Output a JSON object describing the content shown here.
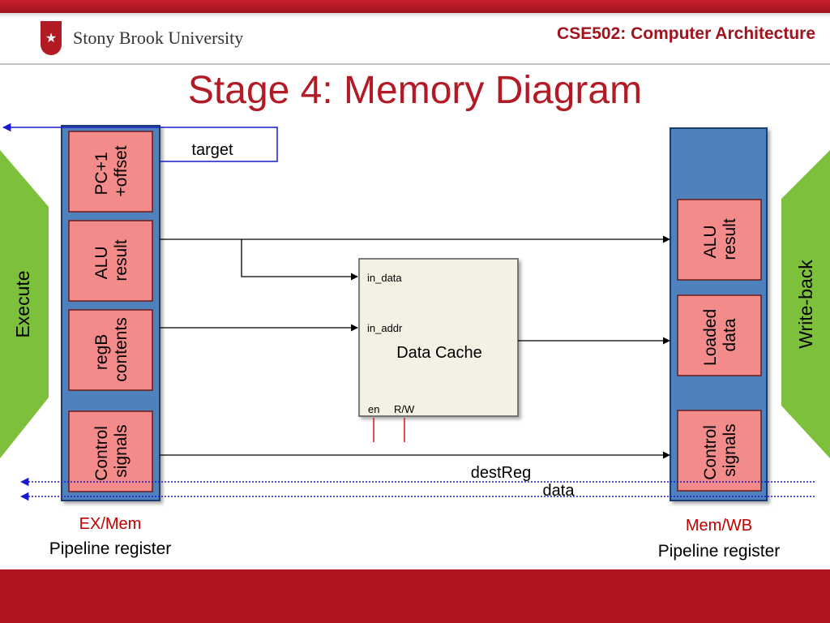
{
  "header": {
    "logo_text": "Stony Brook University",
    "logo_icon": "star-shield-icon",
    "course": "CSE502: Computer Architecture"
  },
  "slide": {
    "title": "Stage 4: Memory Diagram"
  },
  "side_stages": {
    "left": "Execute",
    "right": "Write-back"
  },
  "ex_mem": {
    "boxes": [
      {
        "line1": "PC+1",
        "line2": "+offset"
      },
      {
        "line1": "ALU",
        "line2": "result"
      },
      {
        "line1": "regB",
        "line2": "contents"
      },
      {
        "line1": "Control",
        "line2": "signals"
      }
    ],
    "label": "EX/Mem",
    "sublabel": "Pipeline register"
  },
  "mem_wb": {
    "boxes": [
      {
        "line1": "ALU",
        "line2": "result"
      },
      {
        "line1": "Loaded",
        "line2": "data"
      },
      {
        "line1": "Control",
        "line2": "signals"
      }
    ],
    "label": "Mem/WB",
    "sublabel": "Pipeline register"
  },
  "cache": {
    "title": "Data Cache",
    "in_data": "in_data",
    "in_addr": "in_addr",
    "en": "en",
    "rw": "R/W"
  },
  "signals": {
    "target": "target",
    "destReg": "destReg",
    "data": "data"
  },
  "colors": {
    "accent_red": "#b21a25",
    "pipeline_blue": "#4f81bd",
    "box_pink": "#f48b8b",
    "stage_green": "#7cc03c",
    "cache_fill": "#f4f0e4"
  }
}
